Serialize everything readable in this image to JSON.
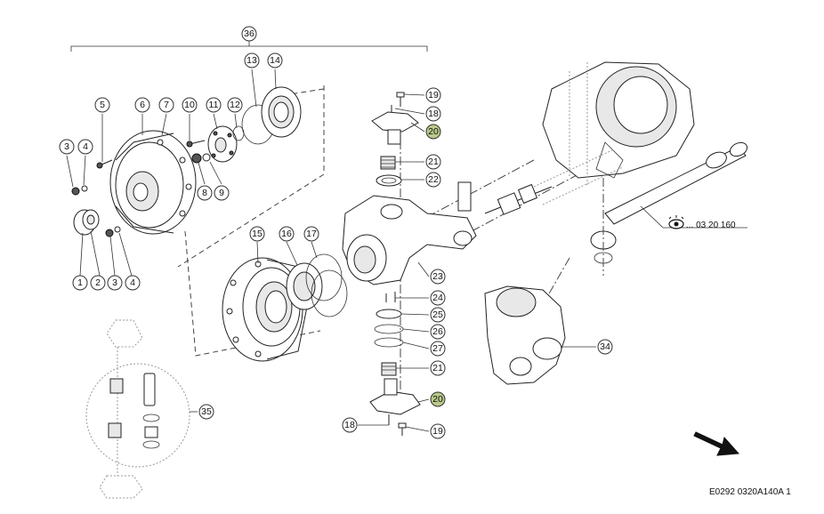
{
  "diagram": {
    "reference_code": "E0292 0320A140A 1",
    "see_reference": "... 03 20 160",
    "icons": {
      "see_reference_icon": "eye-icon",
      "direction_indicator": "arrow-icon"
    },
    "highlight_color": "#b9c98a",
    "callouts": {
      "c1": "1",
      "c2": "2",
      "c3a": "3",
      "c3b": "3",
      "c4a": "4",
      "c4b": "4",
      "c5": "5",
      "c6": "6",
      "c7": "7",
      "c8": "8",
      "c9": "9",
      "c10": "10",
      "c11": "11",
      "c12": "12",
      "c13": "13",
      "c14": "14",
      "c15": "15",
      "c16": "16",
      "c17": "17",
      "c18a": "18",
      "c18b": "18",
      "c19a": "19",
      "c19b": "19",
      "c20a": "20",
      "c20b": "20",
      "c21a": "21",
      "c21b": "21",
      "c22": "22",
      "c23": "23",
      "c24": "24",
      "c25": "25",
      "c26": "26",
      "c27": "27",
      "c34": "34",
      "c35": "35",
      "c36": "36"
    }
  }
}
